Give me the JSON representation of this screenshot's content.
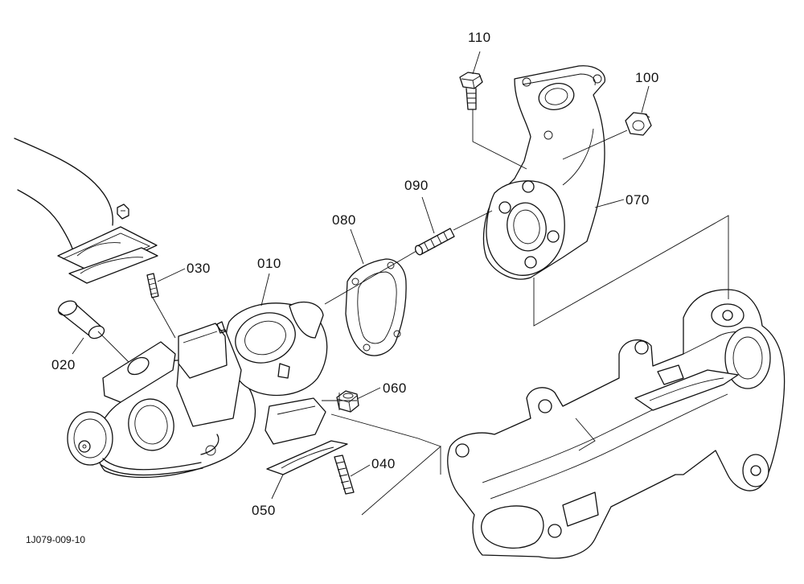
{
  "callouts": {
    "p010": "010",
    "p020": "020",
    "p030": "030",
    "p040": "040",
    "p050": "050",
    "p060": "060",
    "p070": "070",
    "p080": "080",
    "p090": "090",
    "p100": "100",
    "p110": "110"
  },
  "figure_id": "1J079-009-10"
}
